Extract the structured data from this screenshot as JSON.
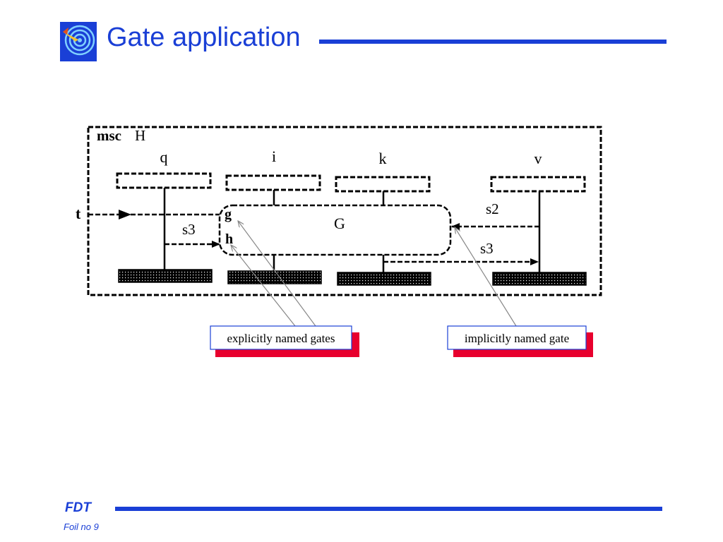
{
  "header": {
    "title": "Gate application",
    "title_color": "#1a3fd6",
    "logo_icon": "target-logo-icon"
  },
  "diagram": {
    "msc_keyword": "msc",
    "msc_name": "H",
    "instances": [
      "q",
      "i",
      "k",
      "v"
    ],
    "gate_t": "t",
    "gate_g": "g",
    "gate_h": "h",
    "reference_name": "G",
    "messages": {
      "s3_left": "s3",
      "s2": "s2",
      "s3_right": "s3"
    },
    "callouts": {
      "explicit": "explicitly named gates",
      "implicit": "implicitly named gate",
      "shadow_color": "#e8002d",
      "border_color": "#1a3fd6"
    }
  },
  "footer": {
    "brand": "FDT",
    "foil": "Foil no 9"
  }
}
